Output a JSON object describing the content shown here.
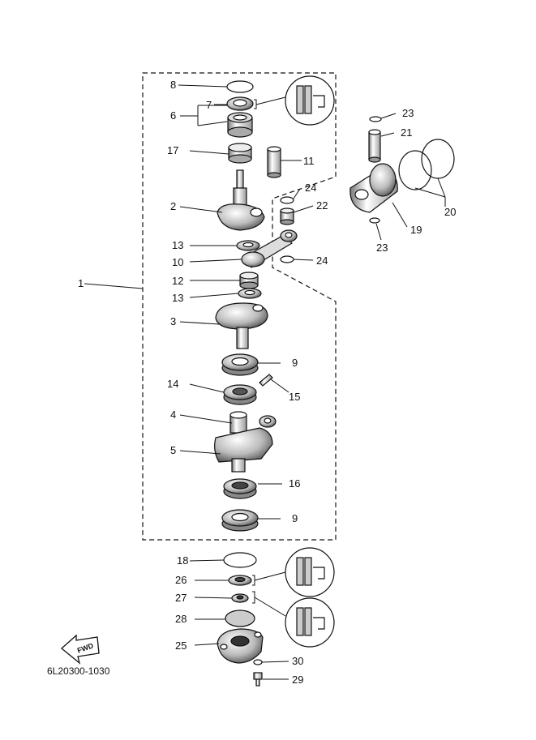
{
  "diagram_code": "6L20300-1030",
  "fwd_label": "FWD",
  "callouts": [
    {
      "id": "1",
      "text": "1"
    },
    {
      "id": "2",
      "text": "2"
    },
    {
      "id": "3",
      "text": "3"
    },
    {
      "id": "4",
      "text": "4"
    },
    {
      "id": "5",
      "text": "5"
    },
    {
      "id": "6",
      "text": "6"
    },
    {
      "id": "7",
      "text": "7"
    },
    {
      "id": "8",
      "text": "8"
    },
    {
      "id": "9a",
      "text": "9"
    },
    {
      "id": "9b",
      "text": "9"
    },
    {
      "id": "10",
      "text": "10"
    },
    {
      "id": "11",
      "text": "11"
    },
    {
      "id": "12",
      "text": "12"
    },
    {
      "id": "13a",
      "text": "13"
    },
    {
      "id": "13b",
      "text": "13"
    },
    {
      "id": "14",
      "text": "14"
    },
    {
      "id": "15",
      "text": "15"
    },
    {
      "id": "16",
      "text": "16"
    },
    {
      "id": "17",
      "text": "17"
    },
    {
      "id": "18",
      "text": "18"
    },
    {
      "id": "19",
      "text": "19"
    },
    {
      "id": "20",
      "text": "20"
    },
    {
      "id": "21",
      "text": "21"
    },
    {
      "id": "22",
      "text": "22"
    },
    {
      "id": "23a",
      "text": "23"
    },
    {
      "id": "23b",
      "text": "23"
    },
    {
      "id": "24a",
      "text": "24"
    },
    {
      "id": "24b",
      "text": "24"
    },
    {
      "id": "25",
      "text": "25"
    },
    {
      "id": "26",
      "text": "26"
    },
    {
      "id": "27",
      "text": "27"
    },
    {
      "id": "28",
      "text": "28"
    },
    {
      "id": "29",
      "text": "29"
    },
    {
      "id": "30",
      "text": "30"
    }
  ]
}
